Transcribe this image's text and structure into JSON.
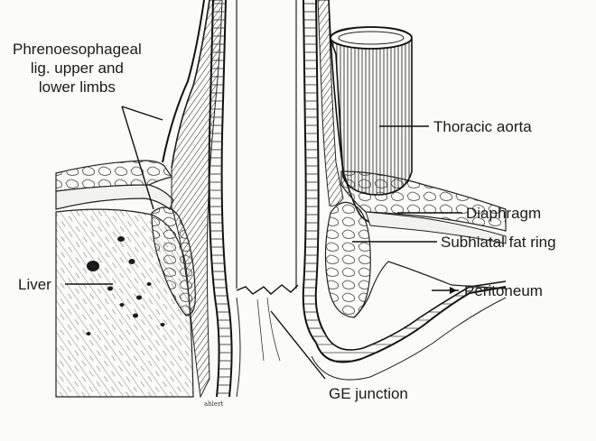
{
  "diagram": {
    "labels": {
      "phrenoesophageal_line1": "Phrenoesophageal",
      "phrenoesophageal_line2": "lig. upper and",
      "phrenoesophageal_line3": "lower limbs",
      "thoracic_aorta": "Thoracic aorta",
      "diaphragm": "Diaphragm",
      "subhiatal_fat_ring": "Subhiatal fat ring",
      "liver": "Liver",
      "peritoneum": "Peritoneum",
      "ge_junction": "GE junction"
    },
    "signature": "ahlert"
  }
}
